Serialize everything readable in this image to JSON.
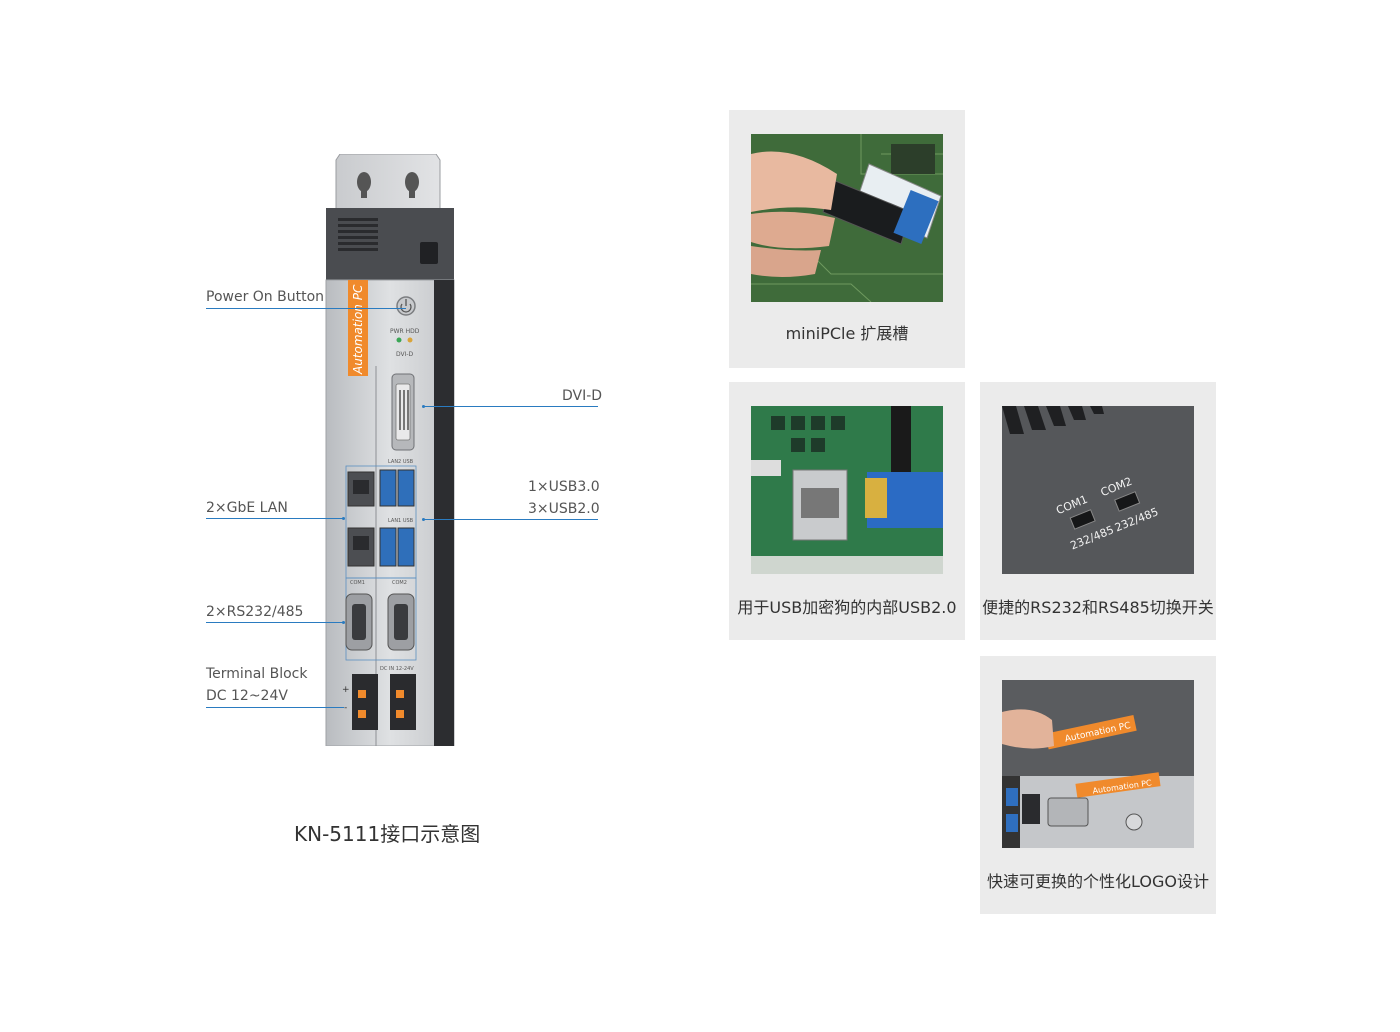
{
  "diagram": {
    "caption": "KN-5111接口示意图",
    "device": {
      "brand_strip": "Automation PC",
      "led_label": "PWR HDD",
      "dvi_label": "DVI-D",
      "lan2_label": "LAN2 USB",
      "lan1_label": "LAN1 USB",
      "com1_label": "COM1",
      "com2_label": "COM2",
      "dc_label": "DC IN 12-24V",
      "plus_label": "+",
      "minus_label": "-"
    },
    "callouts": {
      "power": "Power On Button",
      "dvi": "DVI-D",
      "lan": "2×GbE LAN",
      "usb3": "1×USB3.0",
      "usb2": "3×USB2.0",
      "rs232": "2×RS232/485",
      "terminal1": "Terminal Block",
      "terminal2": "DC 12~24V"
    }
  },
  "cards": [
    {
      "caption": "miniPCle 扩展槽",
      "icon": "minipcie-card-photo"
    },
    {
      "caption": "用于USB加密狗的内部USB2.0",
      "icon": "internal-usb-photo"
    },
    {
      "caption": "便捷的RS232和RS485切换开关",
      "icon": "com-switch-photo",
      "photo_text_1": "COM1",
      "photo_text_2": "COM2",
      "photo_text_3": "232/485",
      "photo_text_4": "232/485"
    },
    {
      "caption": "快速可更换的个性化LOGO设计",
      "icon": "logo-label-photo",
      "photo_text_1": "Automation PC",
      "photo_text_2": "Automation PC"
    }
  ]
}
